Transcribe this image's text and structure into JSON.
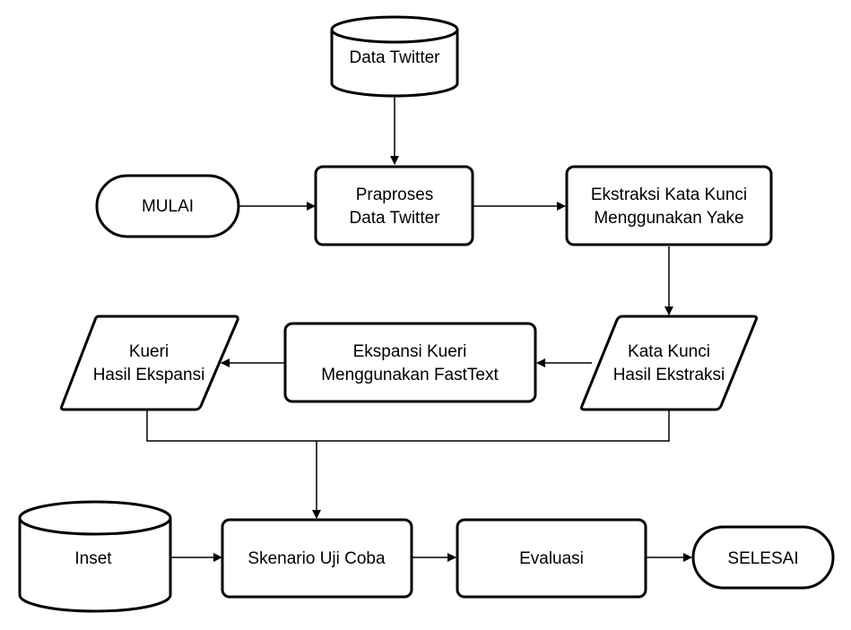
{
  "nodes": {
    "data_twitter": {
      "line1": "Data Twitter"
    },
    "mulai": {
      "line1": "MULAI"
    },
    "praproses": {
      "line1": "Praproses",
      "line2": "Data Twitter"
    },
    "ekstraksi": {
      "line1": "Ekstraksi Kata Kunci",
      "line2": "Menggunakan Yake"
    },
    "kueri_hasil": {
      "line1": "Kueri",
      "line2": "Hasil Ekspansi"
    },
    "ekspansi": {
      "line1": "Ekspansi Kueri",
      "line2": "Menggunakan FastText"
    },
    "kata_kunci": {
      "line1": "Kata Kunci",
      "line2": "Hasil Ekstraksi"
    },
    "inset": {
      "line1": "Inset"
    },
    "skenario": {
      "line1": "Skenario Uji Coba"
    },
    "evaluasi": {
      "line1": "Evaluasi"
    },
    "selesai": {
      "line1": "SELESAI"
    }
  }
}
